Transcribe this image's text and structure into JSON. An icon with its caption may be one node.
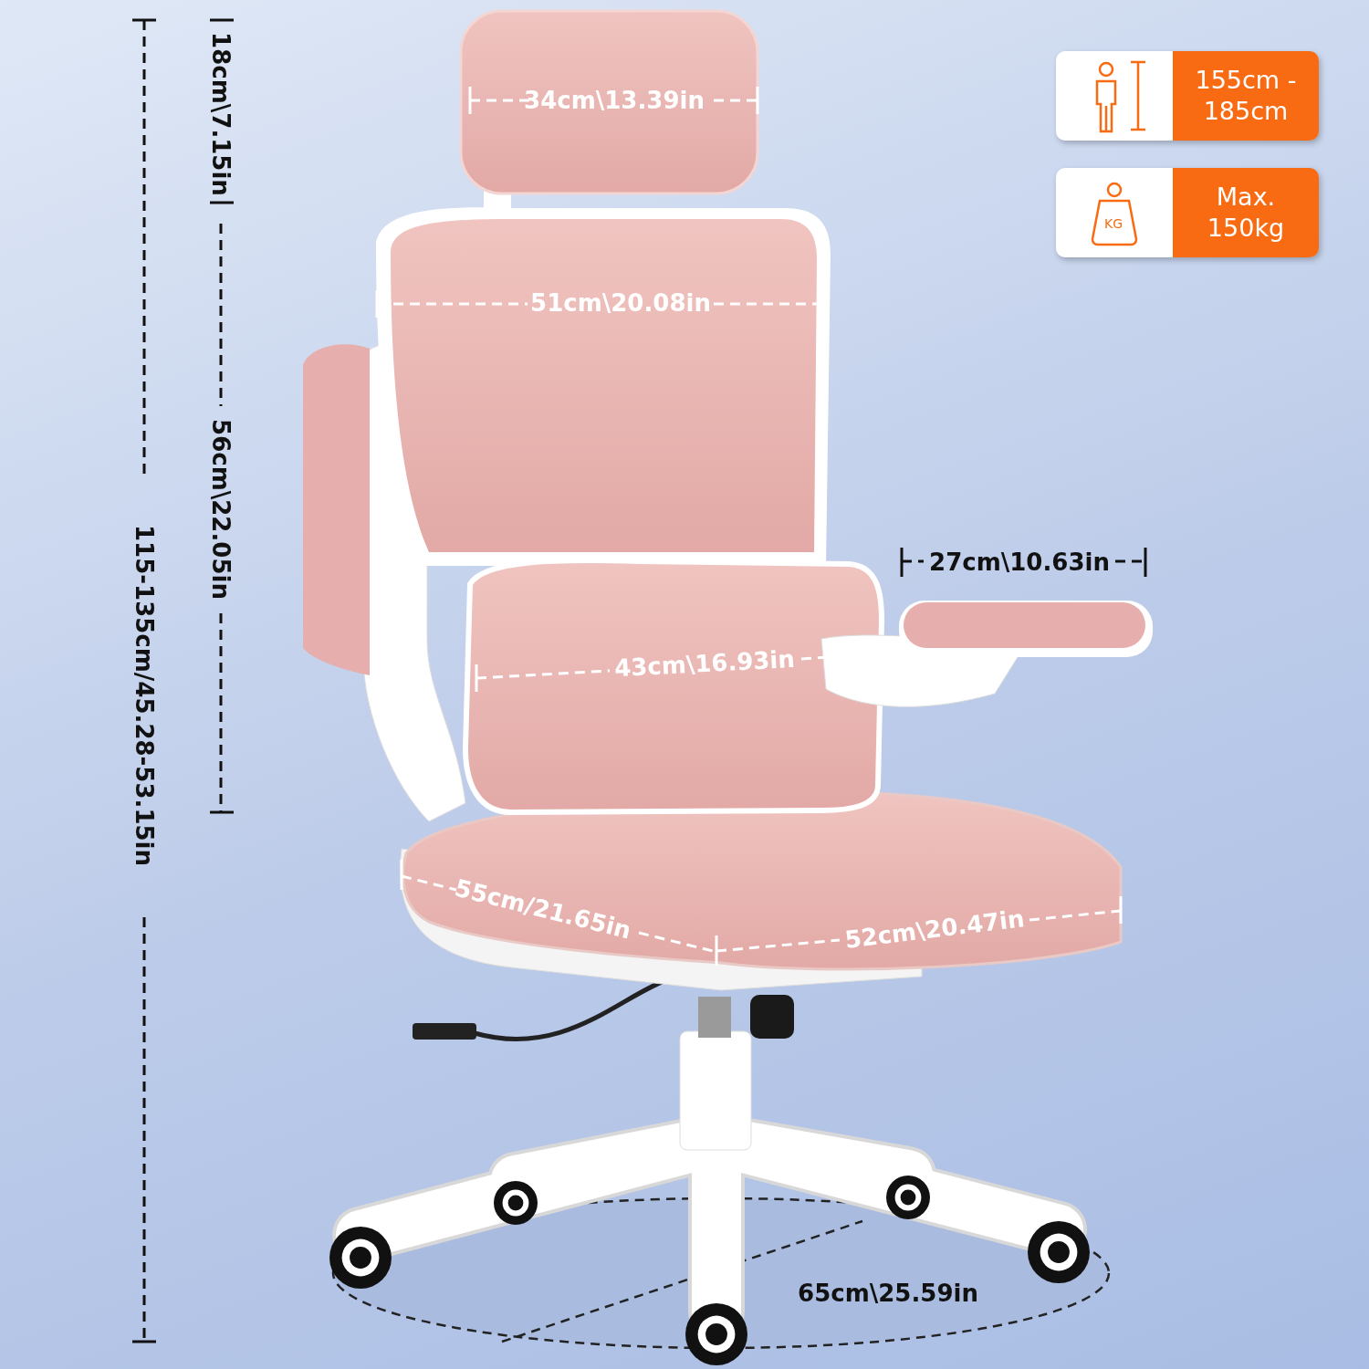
{
  "diagram": {
    "nodes": [
      {
        "text": [
          "155cm - 185cm"
        ]
      },
      {
        "text": [
          "KG",
          "Max. 150kg"
        ]
      }
    ],
    "labels": [
      "18cm\\7.15in",
      "34cm\\13.39in",
      "51cm\\20.08in",
      "56cm\\22.05in",
      "115-135cm/45.28-53.15in",
      "27cm\\10.63in",
      "43cm\\16.93in",
      "55cm/21.65in",
      "52cm\\20.47in",
      "65cm\\25.59in"
    ]
  }
}
